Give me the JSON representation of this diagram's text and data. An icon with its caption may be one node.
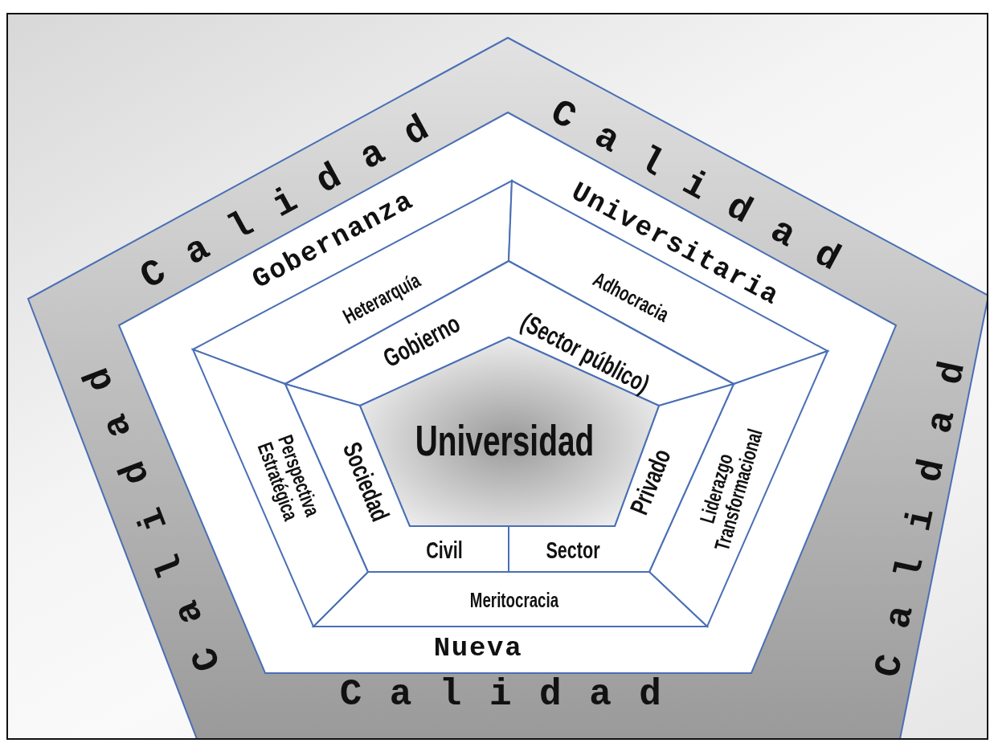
{
  "diagram": {
    "nodes": [
      {
        "text": [
          "Calidad",
          "Calidad",
          "Calidad",
          "Calidad",
          "Calidad"
        ]
      },
      {
        "text": [
          "Gobernanza",
          "Universitaria",
          "Nueva"
        ],
        "in": 0
      },
      {
        "text": [
          "Heterarquía"
        ],
        "in": 1
      },
      {
        "text": [
          "Adhocracia"
        ],
        "in": 1
      },
      {
        "text": [
          "Liderazgo Transformacional"
        ],
        "in": 1
      },
      {
        "text": [
          "Meritocracia"
        ],
        "in": 1
      },
      {
        "text": [
          "Perspectiva Estratégica"
        ],
        "in": 1
      },
      {
        "text": [
          "Gobierno",
          "(Sector público)"
        ],
        "in": 1
      },
      {
        "text": [
          "Sector",
          "Privado"
        ],
        "in": 1
      },
      {
        "text": [
          "Sociedad",
          "Civil"
        ],
        "in": 1
      },
      {
        "text": [
          "Universidad"
        ],
        "in": 1
      }
    ]
  }
}
